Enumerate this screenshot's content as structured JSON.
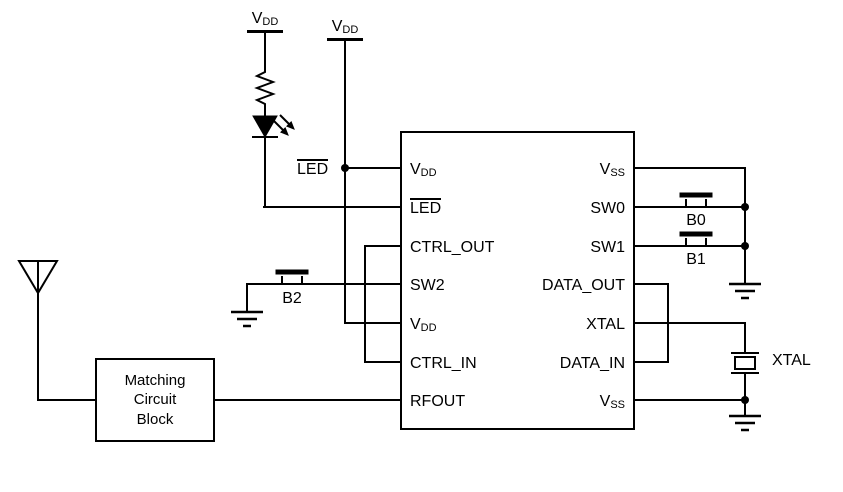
{
  "colors": {
    "line": "#000000",
    "background": "#ffffff"
  },
  "power_rails": [
    {
      "main": "V",
      "sub": "DD"
    },
    {
      "main": "V",
      "sub": "DD"
    }
  ],
  "net_labels": {
    "led": "LED"
  },
  "ic": {
    "left_pins": [
      {
        "main": "V",
        "sub": "DD"
      },
      {
        "main": "LED",
        "overline": true
      },
      {
        "main": "CTRL_OUT"
      },
      {
        "main": "SW2"
      },
      {
        "main": "V",
        "sub": "DD"
      },
      {
        "main": "CTRL_IN"
      },
      {
        "main": "RFOUT"
      }
    ],
    "right_pins": [
      {
        "main": "V",
        "sub": "SS"
      },
      {
        "main": "SW0"
      },
      {
        "main": "SW1"
      },
      {
        "main": "DATA_OUT"
      },
      {
        "main": "XTAL"
      },
      {
        "main": "DATA_IN"
      },
      {
        "main": "V",
        "sub": "SS"
      }
    ]
  },
  "buttons": {
    "b0": "B0",
    "b1": "B1",
    "b2": "B2"
  },
  "crystal": {
    "label": "XTAL"
  },
  "matching_block": {
    "line1": "Matching",
    "line2": "Circuit",
    "line3": "Block"
  }
}
